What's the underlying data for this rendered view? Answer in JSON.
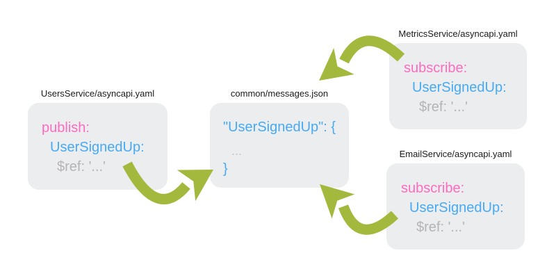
{
  "colors": {
    "background": "#ffffff",
    "box_bg": "#ecedee",
    "label": "#1a1a1a",
    "pink": "#fb6cc0",
    "blue": "#47aaf2",
    "gray": "#b4b4b6",
    "gray_dim": "#c3c5c7",
    "green": "#a3b93e"
  },
  "nodes": {
    "users": {
      "label": "UsersService/asyncapi.yaml",
      "lines": [
        "publish:",
        "UserSignedUp:",
        "$ref: '...'"
      ]
    },
    "common": {
      "label": "common/messages.json",
      "lines": [
        "\"UserSignedUp\": {",
        "...",
        "}"
      ]
    },
    "metrics": {
      "label": "MetricsService/asyncapi.yaml",
      "lines": [
        "subscribe:",
        "UserSignedUp:",
        "$ref: '...'"
      ]
    },
    "email": {
      "label": "EmailService/asyncapi.yaml",
      "lines": [
        "subscribe:",
        "UserSignedUp:",
        "$ref: '...'"
      ]
    }
  },
  "arrows": [
    {
      "name": "users-publish-to-common"
    },
    {
      "name": "common-to-metrics-subscribe"
    },
    {
      "name": "common-to-email-subscribe"
    }
  ]
}
